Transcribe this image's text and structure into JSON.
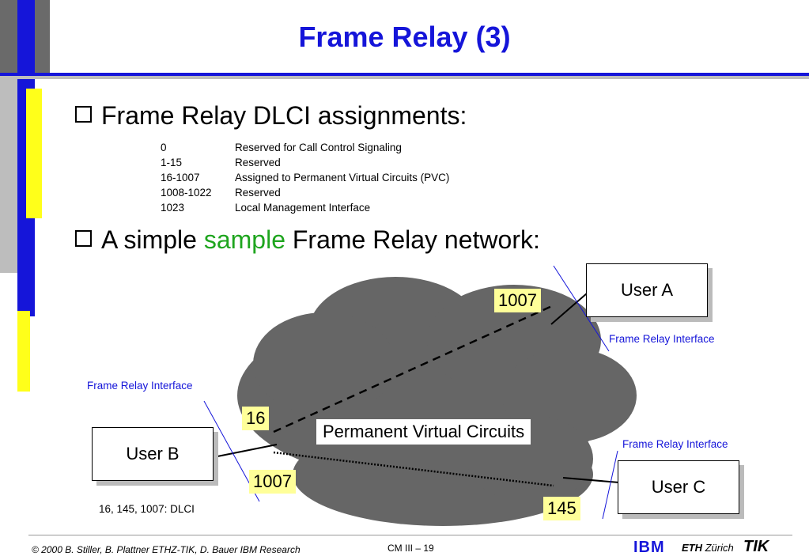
{
  "slide": {
    "title": "Frame Relay (3)",
    "bullets": [
      {
        "text": "Frame Relay DLCI assignments:"
      },
      {
        "pre": "A simple ",
        "accent": "sample",
        "post": " Frame Relay network:"
      }
    ],
    "dlci_table": [
      {
        "range": "0",
        "meaning": "Reserved for Call Control Signaling"
      },
      {
        "range": "1-15",
        "meaning": "Reserved"
      },
      {
        "range": "16-1007",
        "meaning": "Assigned to Permanent Virtual Circuits (PVC)"
      },
      {
        "range": "1008-1022",
        "meaning": "Reserved"
      },
      {
        "range": "1023",
        "meaning": "Local Management Interface"
      }
    ]
  },
  "diagram": {
    "users": {
      "a": "User A",
      "b": "User B",
      "c": "User C"
    },
    "dlci_labels": {
      "a": "1007",
      "b_top": "16",
      "b_bottom": "1007",
      "c": "145"
    },
    "cloud_label": "Permanent Virtual Circuits",
    "interface_label": "Frame Relay Interface",
    "legend": "16, 145, 1007: DLCI"
  },
  "footer": {
    "copyright": "© 2000  B. Stiller, B. Plattner ETHZ-TIK, D. Bauer IBM Research",
    "page": "CM III – 19",
    "ibm_logo": "IBM",
    "eth_prefix": "ETH",
    "eth_suffix": " Zürich",
    "tik_logo": "TIK"
  },
  "colors": {
    "title": "#1515d9",
    "accent": "#1ea51e",
    "label_bg": "#ffff99",
    "cloud": "#666666"
  }
}
